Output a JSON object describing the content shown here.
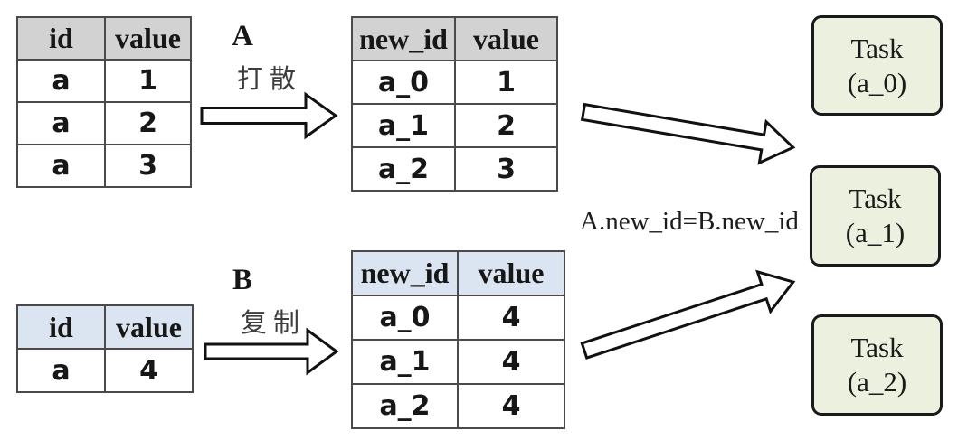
{
  "tables": {
    "a_source": {
      "headers": [
        "id",
        "value"
      ],
      "rows": [
        [
          "a",
          "1"
        ],
        [
          "a",
          "2"
        ],
        [
          "a",
          "3"
        ]
      ]
    },
    "a_salted": {
      "headers": [
        "new_id",
        "value"
      ],
      "rows": [
        [
          "a_0",
          "1"
        ],
        [
          "a_1",
          "2"
        ],
        [
          "a_2",
          "3"
        ]
      ]
    },
    "b_source": {
      "headers": [
        "id",
        "value"
      ],
      "rows": [
        [
          "a",
          "4"
        ]
      ]
    },
    "b_replicated": {
      "headers": [
        "new_id",
        "value"
      ],
      "rows": [
        [
          "a_0",
          "4"
        ],
        [
          "a_1",
          "4"
        ],
        [
          "a_2",
          "4"
        ]
      ]
    }
  },
  "labels": {
    "table_a": "A",
    "op_a": "打散",
    "table_b": "B",
    "op_b": "复制",
    "join_condition": "A.new_id=B.new_id"
  },
  "tasks": [
    {
      "title": "Task",
      "subtitle": "(a_0)"
    },
    {
      "title": "Task",
      "subtitle": "(a_1)"
    },
    {
      "title": "Task",
      "subtitle": "(a_2)"
    }
  ],
  "colors": {
    "gray_header": "#d2d2d2",
    "blue_header": "#dbe5f1",
    "task_fill": "#ebf1de",
    "task_border": "#1a1a1a",
    "table_border": "#4a4a4a",
    "arrow_stroke": "#111111"
  }
}
